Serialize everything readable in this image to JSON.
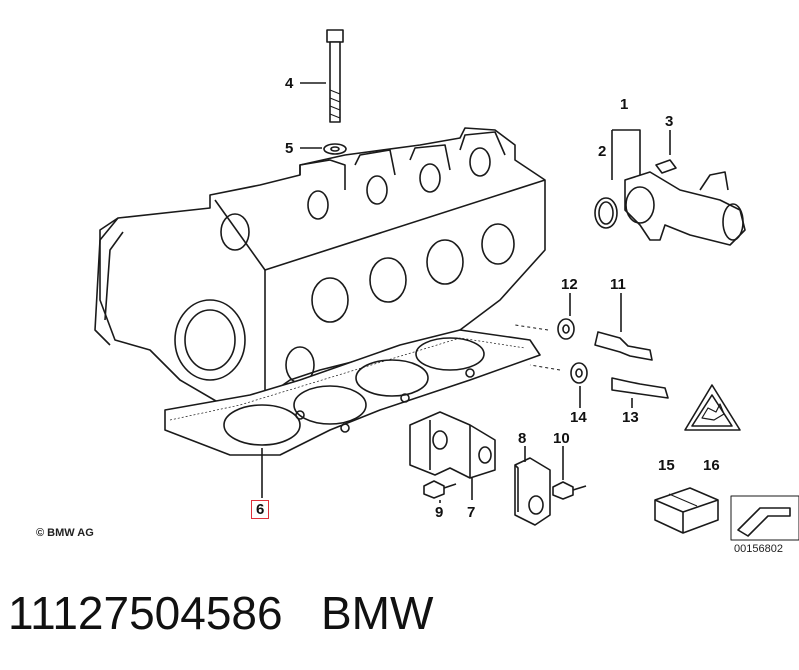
{
  "callouts": {
    "c1": "1",
    "c2": "2",
    "c3": "3",
    "c4": "4",
    "c5": "5",
    "c6": "6",
    "c7": "7",
    "c8": "8",
    "c9": "9",
    "c10": "10",
    "c11": "11",
    "c12": "12",
    "c13": "13",
    "c14": "14",
    "c15": "15",
    "c16": "16"
  },
  "highlight_color": "#e0303a",
  "copyright": "© BMW AG",
  "diagram_reference": "00156802",
  "caption": {
    "part_number": "11127504586",
    "brand": "BMW"
  }
}
